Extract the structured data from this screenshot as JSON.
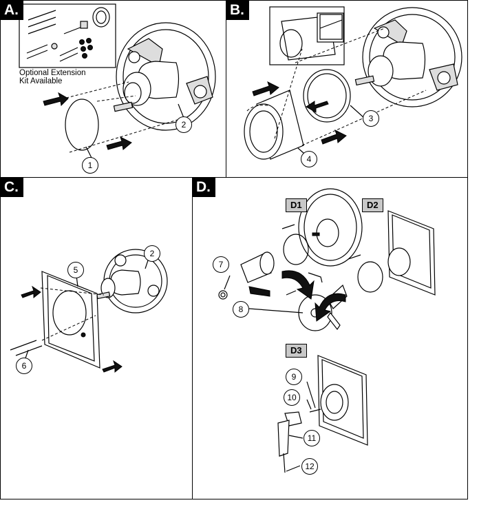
{
  "panels": {
    "a": {
      "tag": "A.",
      "note_line1": "Optional Extension",
      "note_line2": "Kit Available",
      "callouts": [
        "1",
        "2"
      ]
    },
    "b": {
      "tag": "B.",
      "callouts": [
        "3",
        "4"
      ]
    },
    "c": {
      "tag": "C.",
      "callouts": [
        "5",
        "2",
        "6"
      ]
    },
    "d": {
      "tag": "D.",
      "sub_d1": "D1",
      "sub_d2": "D2",
      "sub_d3": "D3",
      "callouts": [
        "7",
        "8",
        "9",
        "10",
        "11",
        "12"
      ]
    }
  }
}
